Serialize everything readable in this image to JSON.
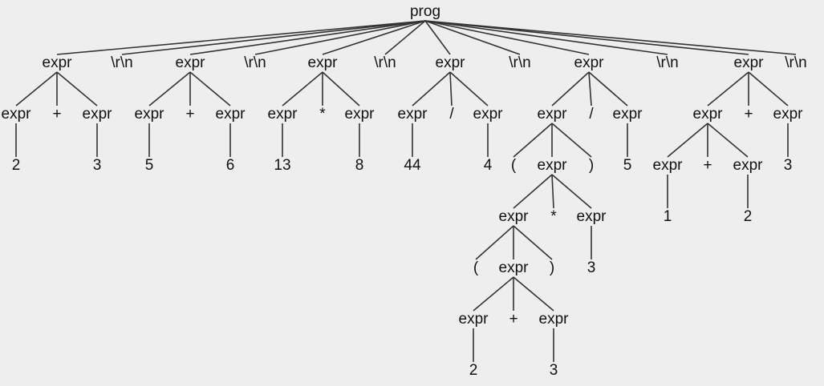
{
  "tree": {
    "label": "prog",
    "children": [
      {
        "label": "expr",
        "children": [
          {
            "label": "expr",
            "children": [
              {
                "label": "2"
              }
            ]
          },
          {
            "label": "+"
          },
          {
            "label": "expr",
            "children": [
              {
                "label": "3"
              }
            ]
          }
        ]
      },
      {
        "label": "\\r\\n"
      },
      {
        "label": "expr",
        "children": [
          {
            "label": "expr",
            "children": [
              {
                "label": "5"
              }
            ]
          },
          {
            "label": "+"
          },
          {
            "label": "expr",
            "children": [
              {
                "label": "6"
              }
            ]
          }
        ]
      },
      {
        "label": "\\r\\n"
      },
      {
        "label": "expr",
        "children": [
          {
            "label": "expr",
            "children": [
              {
                "label": "13"
              }
            ]
          },
          {
            "label": "*"
          },
          {
            "label": "expr",
            "children": [
              {
                "label": "8"
              }
            ]
          }
        ]
      },
      {
        "label": "\\r\\n"
      },
      {
        "label": "expr",
        "children": [
          {
            "label": "expr",
            "children": [
              {
                "label": "44"
              }
            ]
          },
          {
            "label": "/"
          },
          {
            "label": "expr",
            "children": [
              {
                "label": "4"
              }
            ]
          }
        ]
      },
      {
        "label": "\\r\\n"
      },
      {
        "label": "expr",
        "children": [
          {
            "label": "expr",
            "children": [
              {
                "label": "("
              },
              {
                "label": "expr",
                "children": [
                  {
                    "label": "expr",
                    "children": [
                      {
                        "label": "("
                      },
                      {
                        "label": "expr",
                        "children": [
                          {
                            "label": "expr",
                            "children": [
                              {
                                "label": "2"
                              }
                            ]
                          },
                          {
                            "label": "+"
                          },
                          {
                            "label": "expr",
                            "children": [
                              {
                                "label": "3"
                              }
                            ]
                          }
                        ]
                      },
                      {
                        "label": ")"
                      }
                    ]
                  },
                  {
                    "label": "*"
                  },
                  {
                    "label": "expr",
                    "children": [
                      {
                        "label": "3"
                      }
                    ]
                  }
                ]
              },
              {
                "label": ")"
              }
            ]
          },
          {
            "label": "/"
          },
          {
            "label": "expr",
            "children": [
              {
                "label": "5"
              }
            ]
          }
        ]
      },
      {
        "label": "\\r\\n"
      },
      {
        "label": "expr",
        "children": [
          {
            "label": "expr",
            "children": [
              {
                "label": "expr",
                "children": [
                  {
                    "label": "1"
                  }
                ]
              },
              {
                "label": "+"
              },
              {
                "label": "expr",
                "children": [
                  {
                    "label": "2"
                  }
                ]
              }
            ]
          },
          {
            "label": "+"
          },
          {
            "label": "expr",
            "children": [
              {
                "label": "3"
              }
            ]
          }
        ]
      },
      {
        "label": "\\r\\n"
      }
    ]
  }
}
